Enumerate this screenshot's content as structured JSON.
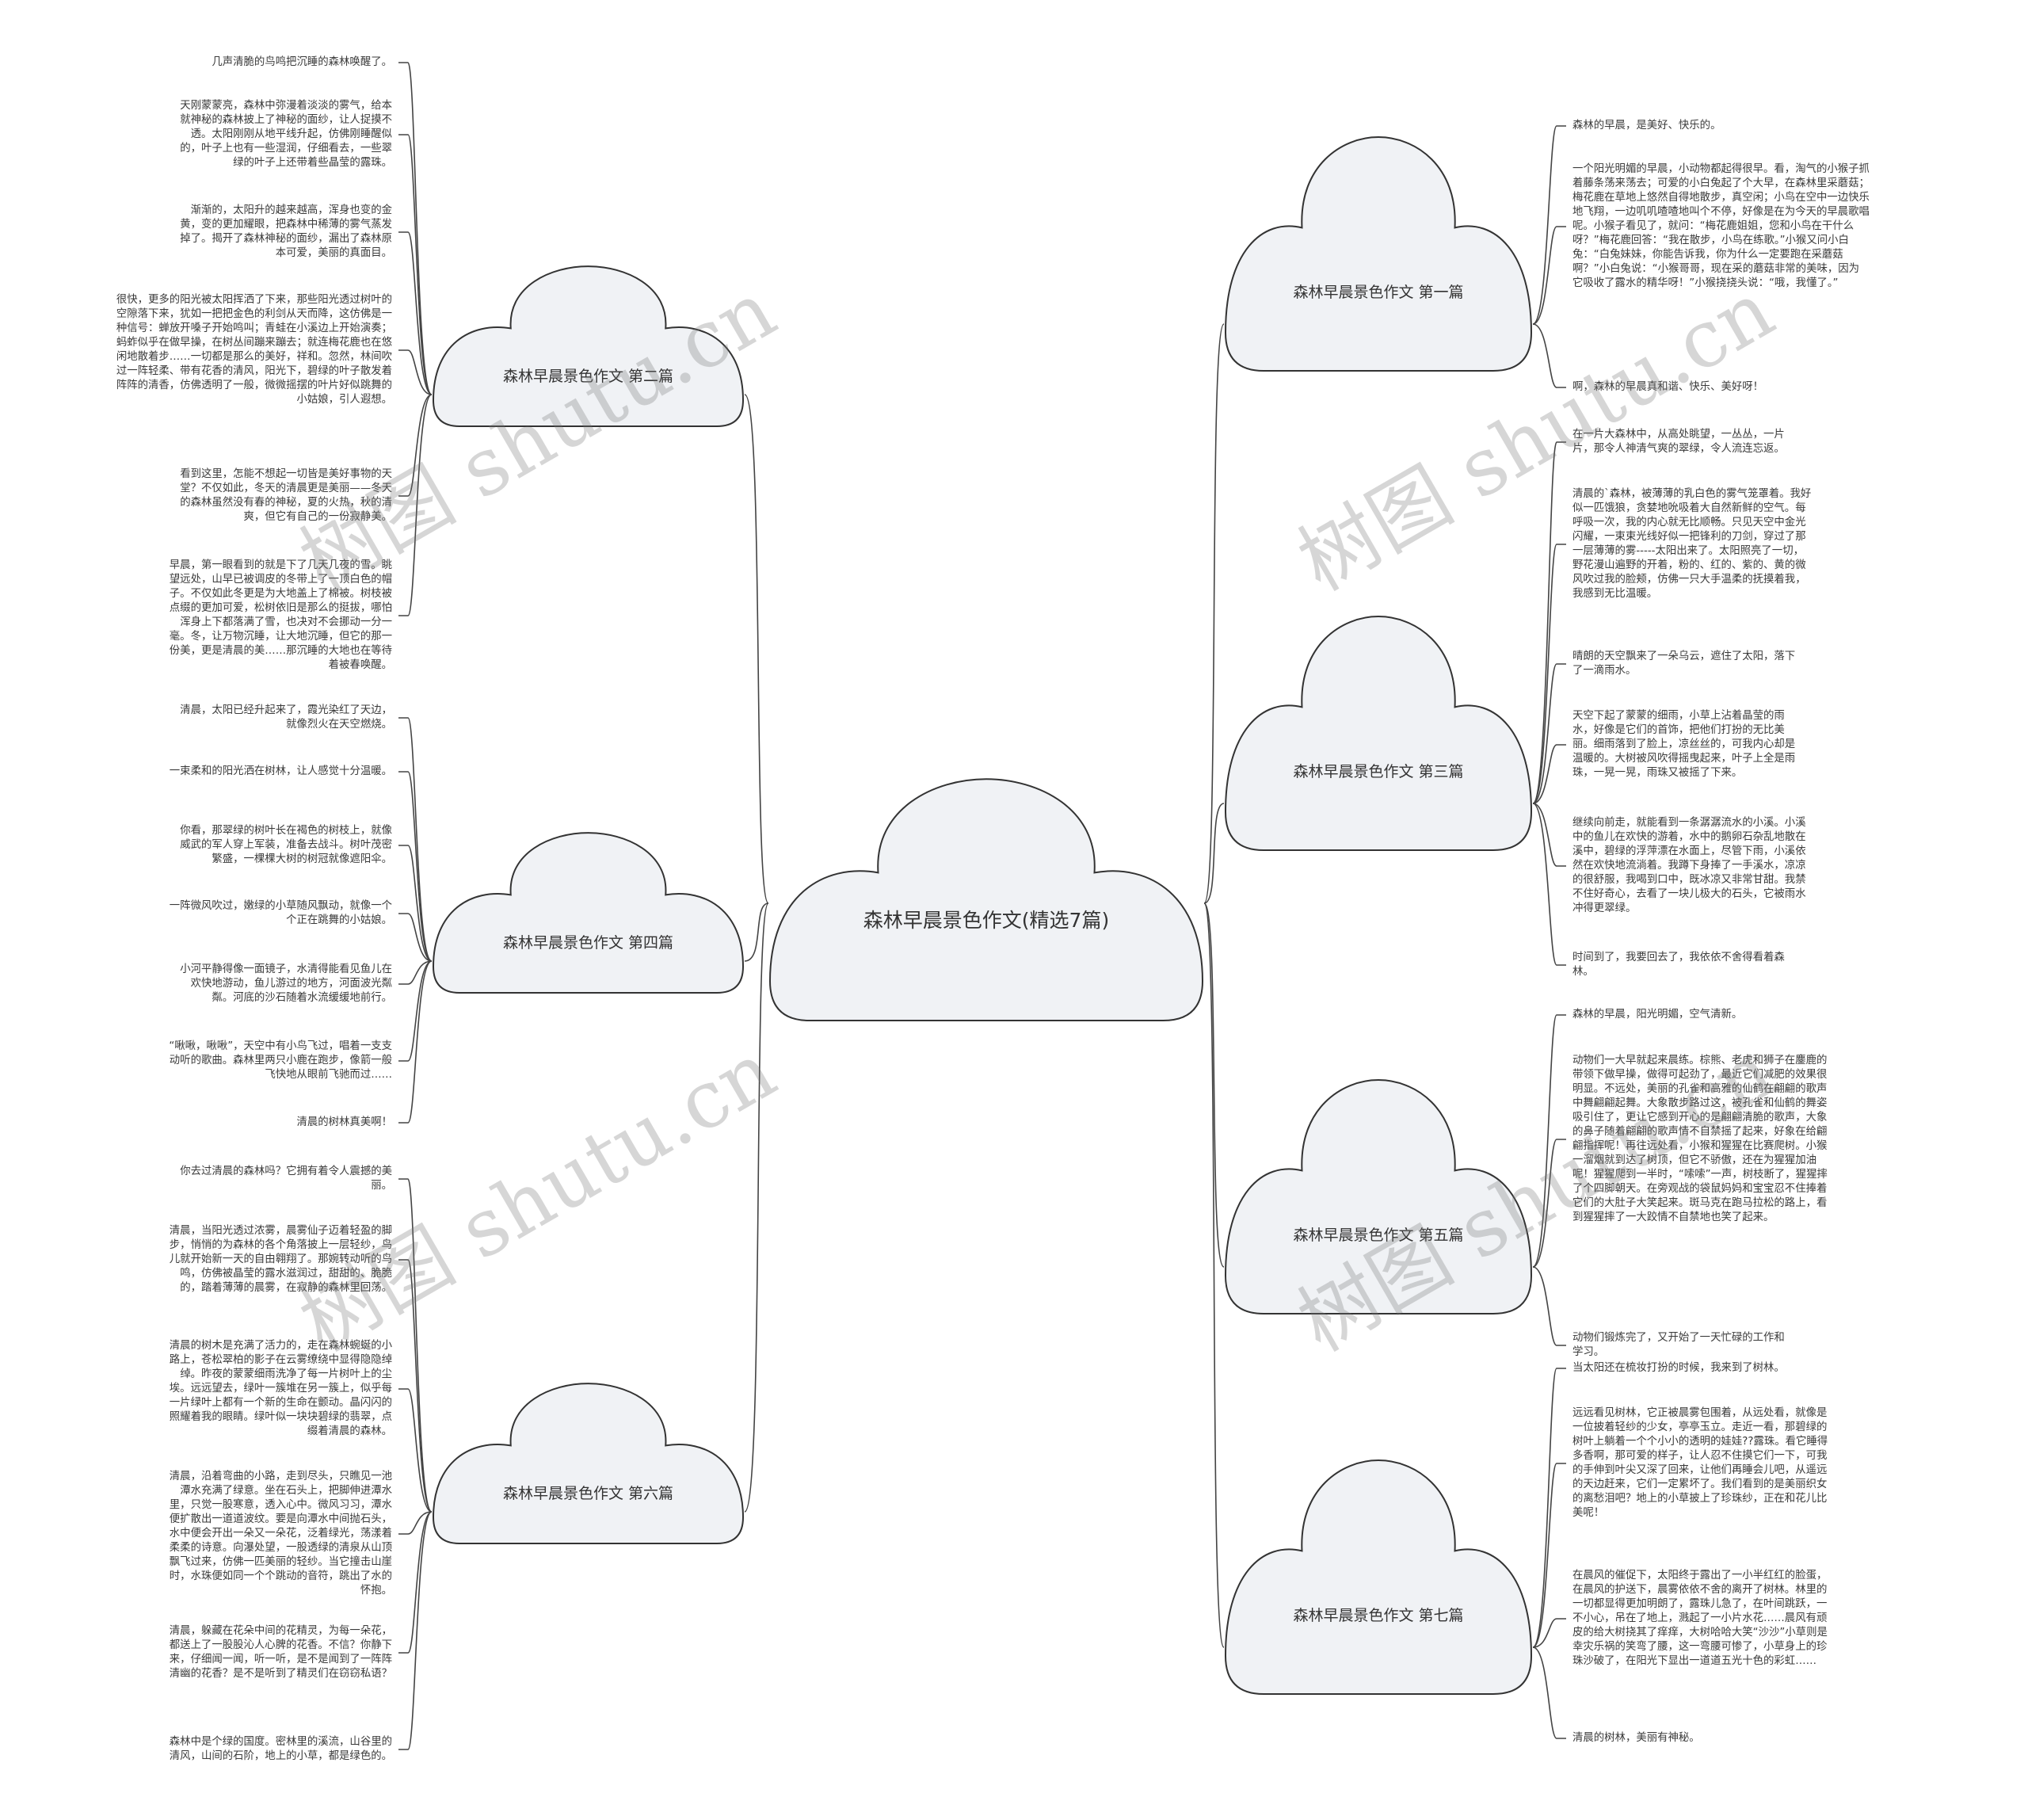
{
  "root": {
    "title": "森林早晨景色作文(精选7篇)"
  },
  "branches": {
    "b1": {
      "title": "森林早晨景色作文 第一篇",
      "leaves": [
        "森林的早晨，是美好、快乐的。",
        "一个阳光明媚的早晨，小动物都起得很早。看，淘气的小猴子抓着藤条荡来荡去；可爱的小白兔起了个大早，在森林里采蘑菇；梅花鹿在草地上悠然自得地散步，真空闲；小鸟在空中一边快乐地飞翔，一边叽叽喳喳地叫个不停，好像是在为今天的早晨歌唱呢。小猴子看见了，就问：“梅花鹿姐姐，您和小鸟在干什么呀？”梅花鹿回答：“我在散步，小鸟在练歌。”小猴又问小白兔：“白兔妹妹，你能告诉我，你为什么一定要跑在采蘑菇啊？”小白兔说：“小猴哥哥，现在采的蘑菇非常的美味，因为它吸收了露水的精华呀！”小猴挠挠头说：“哦，我懂了。”",
        "啊，森林的早晨真和谐、快乐、美好呀！"
      ]
    },
    "b2": {
      "title": "森林早晨景色作文 第二篇",
      "leaves": [
        "几声清脆的鸟鸣把沉睡的森林唤醒了。",
        "天刚蒙蒙亮，森林中弥漫着淡淡的雾气，给本就神秘的森林披上了神秘的面纱，让人捉摸不透。太阳刚刚从地平线升起，仿佛刚睡醒似的，叶子上也有一些湿润，仔细看去，一些翠绿的叶子上还带着些晶莹的露珠。",
        "渐渐的，太阳升的越来越高，浑身也变的金黄，变的更加耀眼，把森林中稀薄的雾气蒸发掉了。揭开了森林神秘的面纱，漏出了森林原本可爱，美丽的真面目。",
        "很快，更多的阳光被太阳挥洒了下来，那些阳光透过树叶的空隙落下来，犹如一把把金色的利剑从天而降，这仿佛是一种信号：蝉放开嗓子开始鸣叫；青蛙在小溪边上开始演奏；蚂蚱似乎在做早操，在树丛间蹦来蹦去；就连梅花鹿也在悠闲地散着步……一切都是那么的美好，祥和。忽然，林间吹过一阵轻柔、带有花香的清风，阳光下，碧绿的叶子散发着阵阵的清香，仿佛透明了一般，微微摇摆的叶片好似跳舞的小姑娘，引人遐想。",
        "看到这里，怎能不想起一切皆是美好事物的天堂？不仅如此，冬天的清晨更是美丽——冬天的森林虽然没有春的神秘，夏的火热，秋的清爽，但它有自己的一份寂静美。",
        "早晨，第一眼看到的就是下了几天几夜的雪。眺望远处，山早已被调皮的冬带上了一顶白色的帽子。不仅如此冬更是为大地盖上了棉被。树枝被点缀的更加可爱，松树依旧是那么的挺拔，哪怕浑身上下都落满了雪，也决对不会挪动一分一毫。冬，让万物沉睡，让大地沉睡，但它的那一份美，更是清晨的美……那沉睡的大地也在等待着被春唤醒。"
      ]
    },
    "b3": {
      "title": "森林早晨景色作文 第三篇",
      "leaves": [
        "在一片大森林中，从高处眺望，一丛丛，一片片，那令人神清气爽的翠绿，令人流连忘返。",
        "清晨的`森林，被薄薄的乳白色的雾气笼罩着。我好似一匹饿狼，贪婪地吮吸着大自然新鲜的空气。每呼吸一次，我的内心就无比顺畅。只见天空中金光闪耀，一束束光线好似一把锋利的刀剑，穿过了那一层薄薄的雾-----太阳出来了。太阳照亮了一切，野花漫山遍野的开着，粉的、红的、紫的、黄的微风吹过我的脸颊，仿佛一只大手温柔的抚摸着我，我感到无比温暖。",
        "晴朗的天空飘来了一朵乌云，遮住了太阳，落下了一滴雨水。",
        "天空下起了蒙蒙的细雨，小草上沾着晶莹的雨水，好像是它们的首饰，把他们打扮的无比美丽。细雨落到了脸上，凉丝丝的，可我内心却是温暖的。大树被风吹得摇曳起来，叶子上全是雨珠，一晃一晃，雨珠又被摇了下来。",
        "继续向前走，就能看到一条潺潺流水的小溪。小溪中的鱼儿在欢快的游着，水中的鹅卵石杂乱地散在溪中，碧绿的浮萍漂在水面上，尽管下雨，小溪依然在欢快地流淌着。我蹲下身捧了一手溪水，凉凉的很舒服，我喝到口中，既冰凉又非常甘甜。我禁不住好奇心，去看了一块儿极大的石头，它被雨水冲得更翠绿。",
        "时间到了，我要回去了，我依依不舍得看着森林。"
      ]
    },
    "b4": {
      "title": "森林早晨景色作文 第四篇",
      "leaves": [
        "清晨，太阳已经升起来了，霞光染红了天边，就像烈火在天空燃烧。",
        "一束柔和的阳光洒在树林，让人感觉十分温暖。",
        "你看，那翠绿的树叶长在褐色的树枝上，就像威武的军人穿上军装，准备去战斗。树叶茂密繁盛，一棵棵大树的树冠就像遮阳伞。",
        "一阵微风吹过，嫩绿的小草随风飘动，就像一个个正在跳舞的小姑娘。",
        "小河平静得像一面镜子，水清得能看见鱼儿在欢快地游动，鱼儿游过的地方，河面波光粼粼。河底的沙石随着水流缓缓地前行。",
        "“啾啾，啾啾”，天空中有小鸟飞过，唱着一支支动听的歌曲。森林里两只小鹿在跑步，像箭一般飞快地从眼前飞驰而过……",
        "清晨的树林真美啊！"
      ]
    },
    "b5": {
      "title": "森林早晨景色作文 第五篇",
      "leaves": [
        "森林的早晨，阳光明媚，空气清新。",
        "动物们一大早就起来晨练。棕熊、老虎和狮子在鏖鹿的带领下做早操，做得可起劲了，最近它们减肥的效果很明显。不远处，美丽的孔雀和高雅的仙鹤在翩翩的歌声中舞翩翩起舞。大象散步路过这，被孔雀和仙鹤的舞姿吸引住了，更让它感到开心的是翩翩清脆的歌声，大象的鼻子随着翩翩的歌声情不自禁摇了起来，好象在给翩翩指挥呢！再往远处看，小猴和猩猩在比赛爬树。小猴一溜烟就到达了树顶，但它不骄傲，还在为猩猩加油呢！猩猩爬到一半时，“嗦嗦”一声，树枝断了，猩猩摔了个四脚朝天。在旁观战的袋鼠妈妈和宝宝忍不住捧着它们的大肚子大笑起来。斑马克在跑马拉松的路上，看到猩猩摔了一大跤情不自禁地也笑了起来。",
        "动物们锻炼完了，又开始了一天忙碌的工作和学习。"
      ]
    },
    "b6": {
      "title": "森林早晨景色作文 第六篇",
      "leaves": [
        "你去过清晨的森林吗？它拥有着令人震撼的美丽。",
        "清晨，当阳光透过浓雾，晨雾仙子迈着轻盈的脚步，悄悄的为森林的各个角落披上一层轻纱，鸟儿就开始新一天的自由翱翔了。那婉转动听的鸟鸣，仿佛被晶莹的露水滋润过，甜甜的、脆脆的，踏着薄薄的晨雾，在寂静的森林里回荡。",
        "清晨的树木是充满了活力的，走在森林蜿蜒的小路上，苍松翠柏的影子在云雾缭绕中显得隐隐绰绰。昨夜的蒙蒙细雨洗净了每一片树叶上的尘埃。远远望去，绿叶一簇堆在另一簇上，似乎每一片绿叶上都有一个新的生命在颤动。晶闪闪的照耀着我的眼睛。绿叶似一块块碧绿的翡翠，点缀着清晨的森林。",
        "清晨，沿着弯曲的小路，走到尽头，只瞧见一池潭水充满了绿意。坐在石头上，把脚伸进潭水里，只觉一股寒意，透入心中。微风习习，潭水便扩散出一道道波纹。要是向潭水中间抛石头，水中便会开出一朵又一朵花，泛着绿光，荡漾着柔柔的诗意。向瀑处望，一股透绿的清泉从山顶飘飞过来，仿佛一匹美丽的轻纱。当它撞击山崖时，水珠便如同一个个跳动的音符，跳出了水的怀抱。",
        "清晨，躲藏在花朵中间的花精灵，为每一朵花，都送上了一股股沁人心脾的花香。不信？你静下来，仔细闻一闻，听一听，是不是闻到了一阵阵清幽的花香？是不是听到了精灵们在窃窃私语？",
        "森林中是个绿的国度。密林里的溪流，山谷里的清风，山间的石阶，地上的小草，都是绿色的。"
      ]
    },
    "b7": {
      "title": "森林早晨景色作文 第七篇",
      "leaves": [
        "当太阳还在梳妆打扮的时候，我来到了树林。",
        "远远看见树林，它正被晨雾包围着，从远处看，就像是一位披着轻纱的少女，亭亭玉立。走近一看，那碧绿的树叶上躺着一个个小小的透明的娃娃??露珠。看它睡得多香啊，那可爱的样子，让人忍不住摸它们一下，可我的手伸到叶尖又深了回来，让他们再睡会儿吧，从遥远的天边赶来，它们一定累坏了。我们看到的是美丽织女的离愁泪吧？地上的小草披上了珍珠纱，正在和花儿比美呢！",
        "在晨风的催促下，太阳终于露出了一小半红红的脸蛋，在晨风的护送下，晨雾依依不舍的离开了树林。林里的一切都显得更加明朗了，露珠儿急了，在叶间跳跃，一不小心，吊在了地上，溅起了一小片水花……晨风有顽皮的给大树挠其了痒痒，大树哈哈大笑“沙沙”小草则是幸灾乐祸的笑弯了腰，这一弯腰可惨了，小草身上的珍珠沙破了，在阳光下显出一道道五光十色的彩虹……",
        "清晨的树林，美丽有神秘。"
      ]
    }
  },
  "watermark": {
    "text": "树图 shutu.cn"
  },
  "colors": {
    "cloud_fill": "#f0f2f5",
    "cloud_stroke": "#333333",
    "line": "#444444"
  }
}
